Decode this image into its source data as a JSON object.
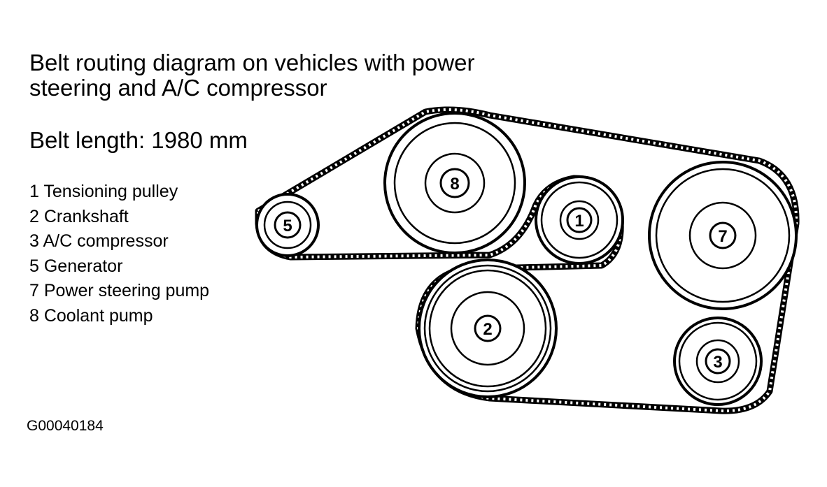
{
  "title_lines": [
    "Belt routing diagram on vehicles with power",
    "steering and A/C compressor"
  ],
  "belt_length": "Belt length: 1980 mm",
  "legend": [
    "1 Tensioning pulley",
    "2 Crankshaft",
    "3 A/C compressor",
    "5 Generator",
    "7 Power steering pump",
    "8 Coolant pump"
  ],
  "pulleys": [
    {
      "label": "5"
    },
    {
      "label": "8"
    },
    {
      "label": "1"
    },
    {
      "label": "7"
    },
    {
      "label": "2"
    },
    {
      "label": "3"
    }
  ],
  "figure_id": "G00040184"
}
